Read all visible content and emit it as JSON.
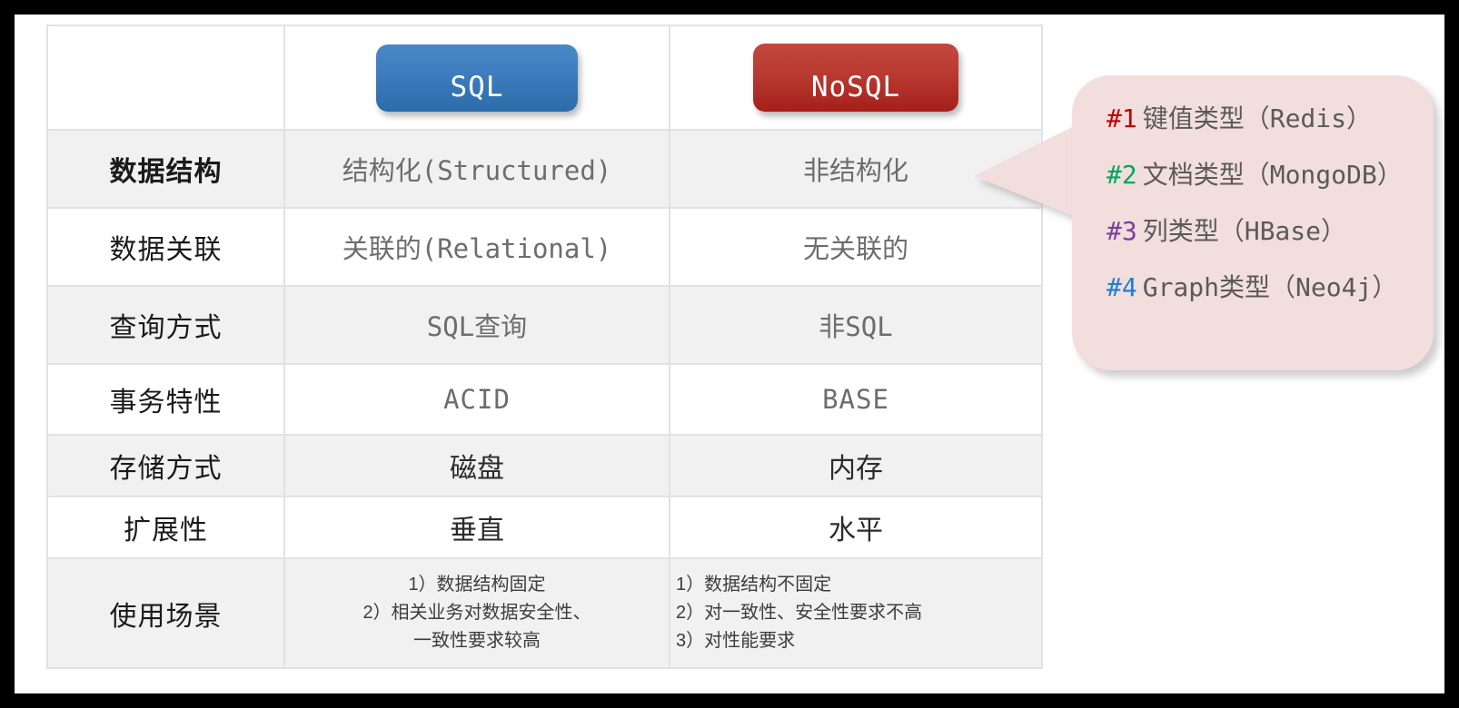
{
  "colors": {
    "frame": "#000000",
    "canvas": "#ffffff",
    "grid_line": "#e2e2e2",
    "row_shaded": "#f1f1f1",
    "sql_button": "#3d7cbd",
    "nosql_button": "#b93a31",
    "callout_bg": "#f2dedd",
    "tag_1": "#c00000",
    "tag_2": "#00a65a",
    "tag_3": "#7b3f9d",
    "tag_4": "#1f7fd0"
  },
  "table": {
    "headers": {
      "label_column": "",
      "sql_label": "SQL",
      "nosql_label": "NoSQL"
    },
    "rows": [
      {
        "label": "数据结构",
        "label_bold": true,
        "sql": "结构化(Structured)",
        "nosql": "非结构化",
        "shaded": true,
        "dark_values": false
      },
      {
        "label": "数据关联",
        "label_bold": false,
        "sql": "关联的(Relational)",
        "nosql": "无关联的",
        "shaded": false,
        "dark_values": false
      },
      {
        "label": "查询方式",
        "label_bold": false,
        "sql": "SQL查询",
        "nosql": "非SQL",
        "shaded": true,
        "dark_values": false
      },
      {
        "label": "事务特性",
        "label_bold": false,
        "sql": "ACID",
        "nosql": "BASE",
        "shaded": false,
        "dark_values": false
      },
      {
        "label": "存储方式",
        "label_bold": false,
        "sql": "磁盘",
        "nosql": "内存",
        "shaded": true,
        "dark_values": true
      },
      {
        "label": "扩展性",
        "label_bold": false,
        "sql": "垂直",
        "nosql": "水平",
        "shaded": false,
        "dark_values": true
      }
    ],
    "scenario_row": {
      "label": "使用场景",
      "sql": "1）数据结构固定\n2）相关业务对数据安全性、\n一致性要求较高",
      "nosql": "1）数据结构不固定\n2）对一致性、安全性要求不高\n3）对性能要求",
      "shaded": true
    }
  },
  "callout": {
    "lines": [
      {
        "tag": "#1",
        "text": "键值类型（Redis）"
      },
      {
        "tag": "#2",
        "text": "文档类型（MongoDB）"
      },
      {
        "tag": "#3",
        "text": "列类型（HBase）"
      },
      {
        "tag": "#4",
        "text": "Graph类型（Neo4j）"
      }
    ]
  }
}
